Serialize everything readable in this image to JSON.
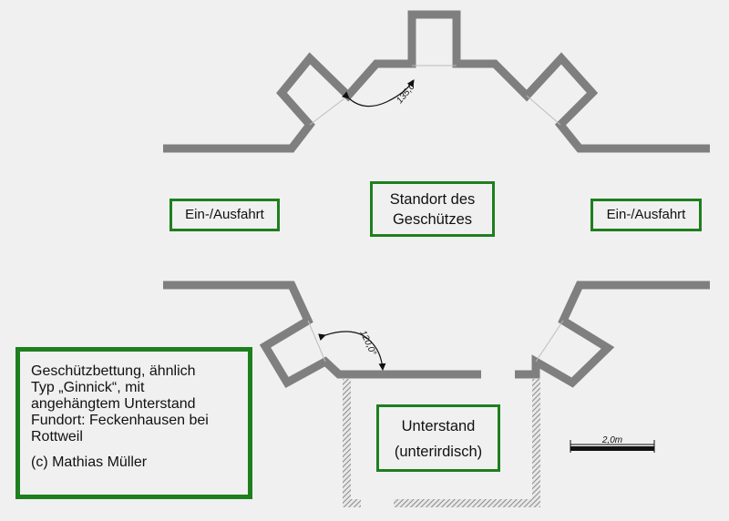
{
  "labels": {
    "entrance_left": "Ein-/Ausfahrt",
    "entrance_right": "Ein-/Ausfahrt",
    "gun_position_line1": "Standort des",
    "gun_position_line2": "Geschützes",
    "shelter_line1": "Unterstand",
    "shelter_line2": "(unterirdisch)"
  },
  "caption": {
    "lines": [
      "Geschützbettung, ähnlich",
      "Typ „Ginnick“, mit",
      "angehängtem Unterstand",
      "Fundort: Feckenhausen bei",
      "Rottweil"
    ],
    "credit": "(c) Mathias Müller"
  },
  "angles": {
    "top": "135,0°",
    "bottom": "120,0°"
  },
  "scale_bar": {
    "label": "2,0m"
  },
  "colors": {
    "wall": "#7f7f7f",
    "frame_green": "#1e7f1e",
    "background": "#f0f0f0"
  }
}
